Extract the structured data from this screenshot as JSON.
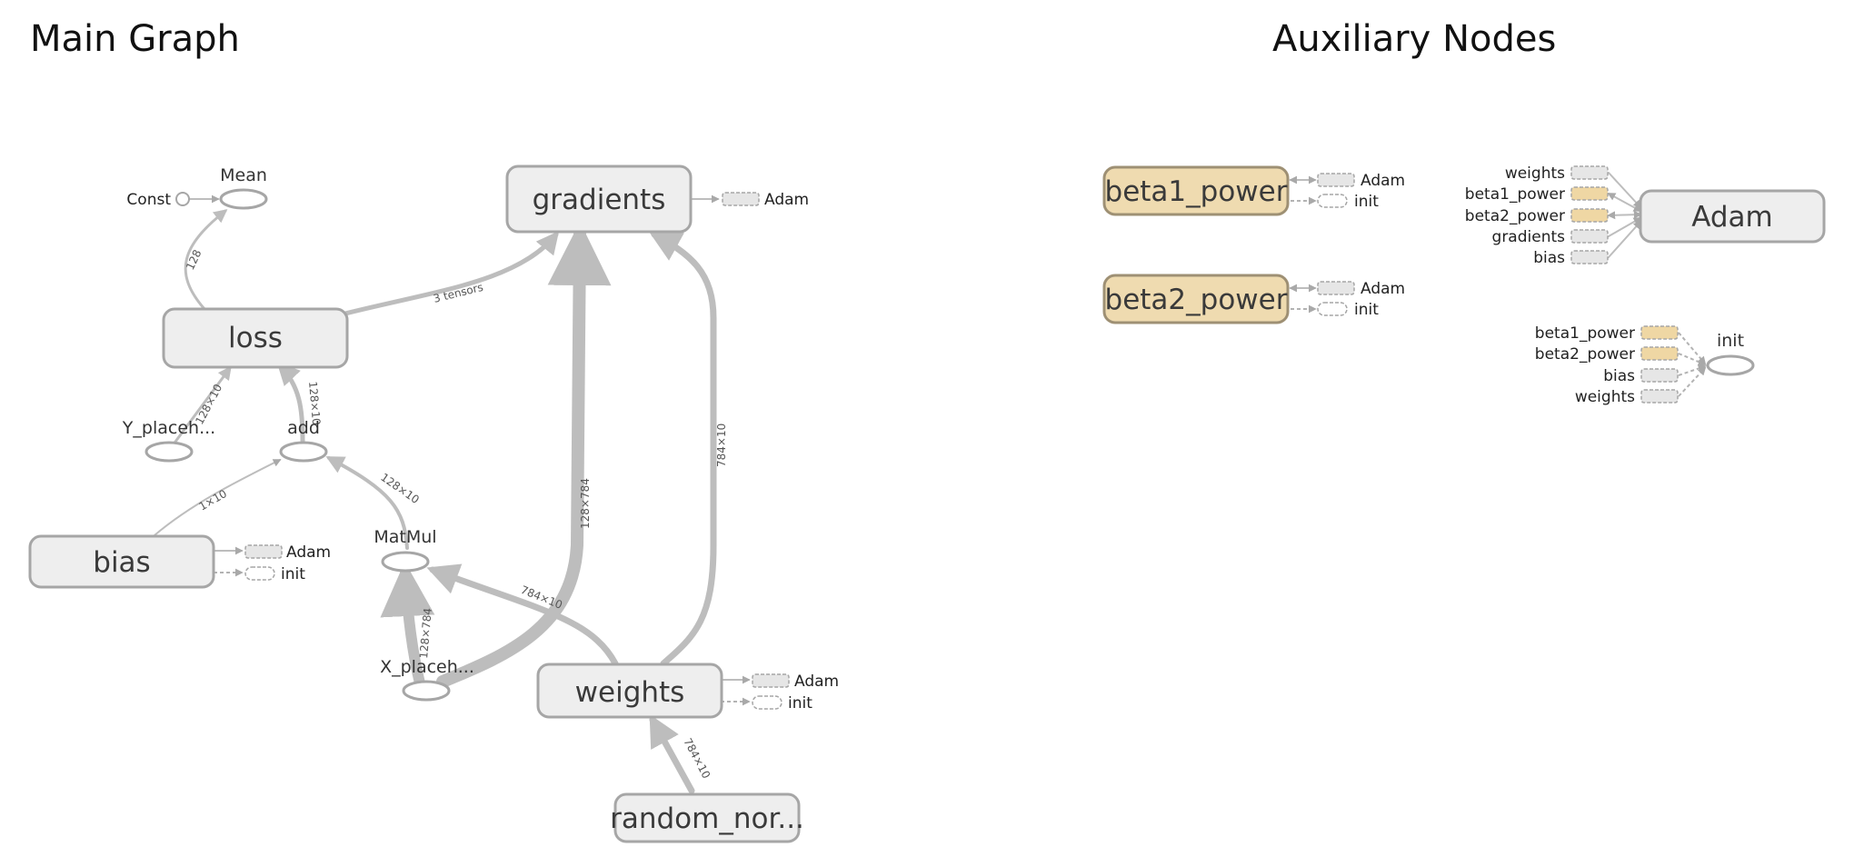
{
  "titles": {
    "main": "Main Graph",
    "aux": "Auxiliary Nodes"
  },
  "nodes": {
    "gradients": "gradients",
    "loss": "loss",
    "bias": "bias",
    "weights": "weights",
    "random_normal": "random_nor...",
    "beta1_power": "beta1_power",
    "beta2_power": "beta2_power",
    "adam": "Adam",
    "mean": "Mean",
    "const": "Const",
    "y_placeholder": "Y_placeh...",
    "add": "add",
    "matmul": "MatMul",
    "x_placeholder": "X_placeh...",
    "init": "init"
  },
  "annotations": {
    "adam": "Adam",
    "init": "init",
    "weights": "weights",
    "beta1_power": "beta1_power",
    "beta2_power": "beta2_power",
    "gradients": "gradients",
    "bias": "bias"
  },
  "edge_labels": {
    "loss_mean": "128",
    "loss_gradients": "3 tensors",
    "y_loss": "128×10",
    "add_loss": "128×10",
    "bias_add": "1×10",
    "matmul_add": "128×10",
    "weights_matmul": "784×10",
    "x_matmul": "128×784",
    "x_gradients": "128×784",
    "weights_gradients": "784×10",
    "random_weights": "784×10"
  },
  "colors": {
    "namespace_fill": "#eeeeee",
    "variable_fill": "#efdbb0",
    "edge": "#bdbdbd",
    "border": "#a6a6a6"
  }
}
